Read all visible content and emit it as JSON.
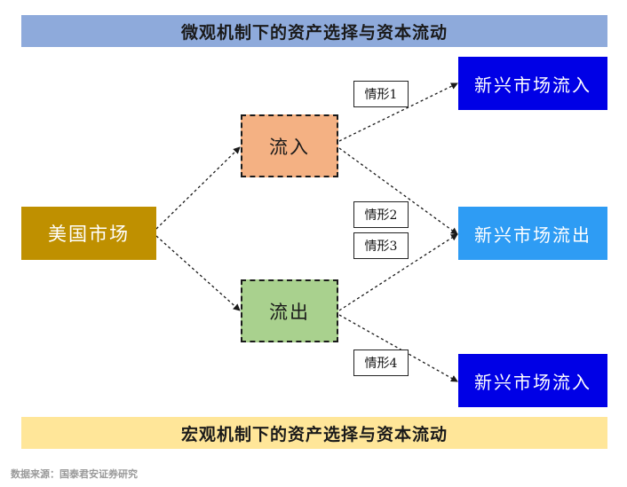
{
  "header": {
    "title": "微观机制下的资产选择与资本流动"
  },
  "footer": {
    "title": "宏观机制下的资产选择与资本流动"
  },
  "nodes": {
    "source_market": "美国市场",
    "inflow": "流入",
    "outflow": "流出",
    "em_inflow_top": "新兴市场流入",
    "em_outflow": "新兴市场流出",
    "em_inflow_bottom": "新兴市场流入"
  },
  "cases": [
    "情形1",
    "情形2",
    "情形3",
    "情形4"
  ],
  "source_note": "数据来源：国泰君安证券研究",
  "colors": {
    "header_bg": "#8eaadb",
    "footer_bg": "#ffe699",
    "us_market": "#bf9000",
    "inflow": "#f4b183",
    "outflow": "#a9d18e",
    "em_inflow": "#0000e6",
    "em_outflow": "#2e9cf4"
  }
}
